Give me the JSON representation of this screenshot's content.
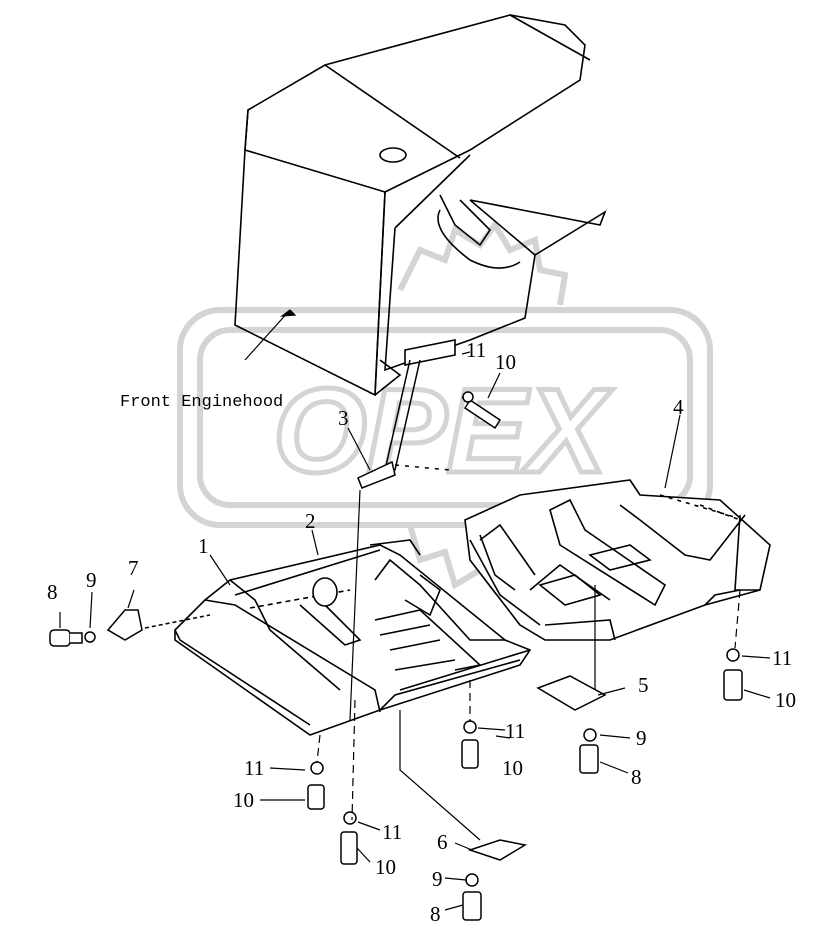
{
  "diagram": {
    "caption": "Front Enginehood",
    "watermark": "OPEX",
    "colors": {
      "line": "#000000",
      "watermark": "#d4d4d4",
      "background": "#ffffff"
    },
    "callouts": [
      {
        "id": "c1",
        "text": "1"
      },
      {
        "id": "c2",
        "text": "2"
      },
      {
        "id": "c3",
        "text": "3"
      },
      {
        "id": "c4",
        "text": "4"
      },
      {
        "id": "c5",
        "text": "5"
      },
      {
        "id": "c6",
        "text": "6"
      },
      {
        "id": "c7",
        "text": "7"
      },
      {
        "id": "c8a",
        "text": "8"
      },
      {
        "id": "c9a",
        "text": "9"
      },
      {
        "id": "c11a",
        "text": "11"
      },
      {
        "id": "c10a",
        "text": "10"
      },
      {
        "id": "c11b",
        "text": "11"
      },
      {
        "id": "c10b",
        "text": "10"
      },
      {
        "id": "c11c",
        "text": "11"
      },
      {
        "id": "c10c",
        "text": "10"
      },
      {
        "id": "c11d",
        "text": "11"
      },
      {
        "id": "c10d",
        "text": "10"
      },
      {
        "id": "c9b",
        "text": "9"
      },
      {
        "id": "c8b",
        "text": "8"
      },
      {
        "id": "c11e",
        "text": "11"
      },
      {
        "id": "c10e",
        "text": "10"
      },
      {
        "id": "c9c",
        "text": "9"
      },
      {
        "id": "c8c",
        "text": "8"
      }
    ]
  }
}
